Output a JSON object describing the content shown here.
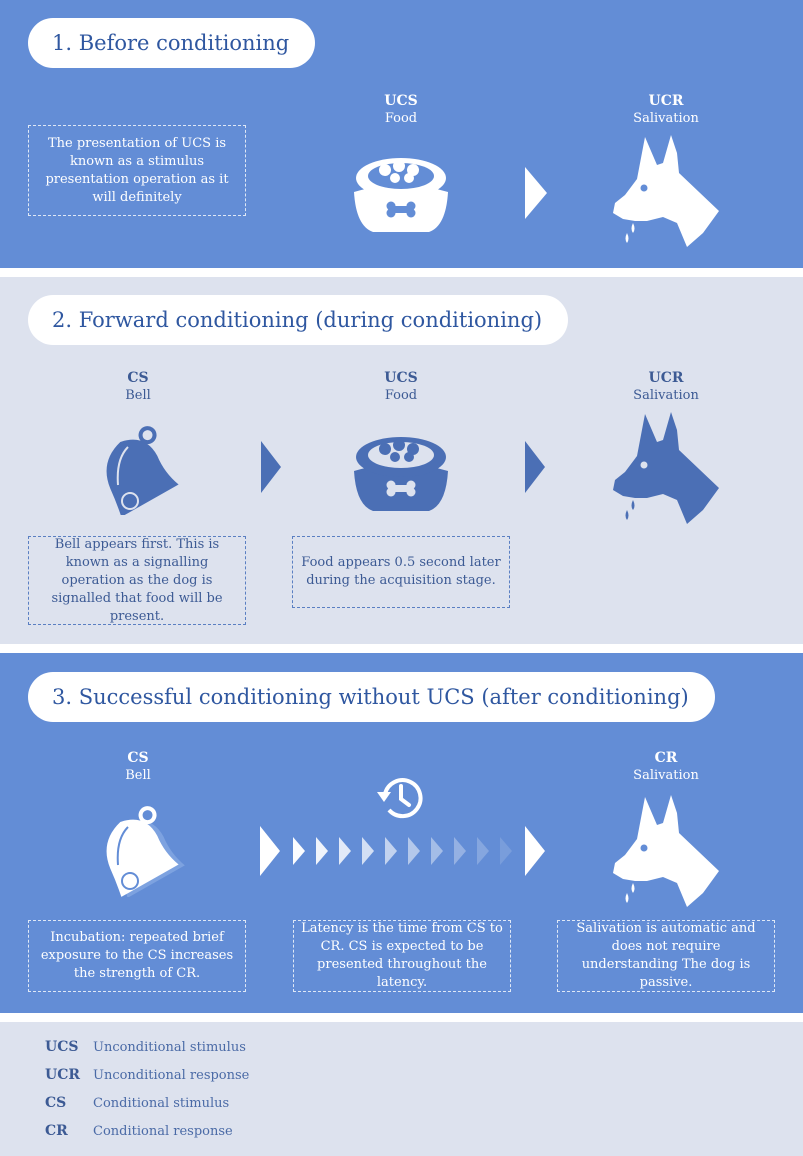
{
  "colors": {
    "blue_section": "#638dd6",
    "light_section": "#dde2ee",
    "white": "#ffffff",
    "dark_icon": "#4b6fb5"
  },
  "section1": {
    "title": "1. Before conditioning",
    "ucs": {
      "abbr": "UCS",
      "label": "Food"
    },
    "ucr": {
      "abbr": "UCR",
      "label": "Salivation"
    },
    "note": "The presentation of UCS is known as a stimulus presentation operation as it will definitely",
    "icons": [
      "food-bowl-icon",
      "arrow-right-icon",
      "dog-salivating-icon"
    ]
  },
  "section2": {
    "title": "2. Forward conditioning (during conditioning)",
    "cs": {
      "abbr": "CS",
      "label": "Bell"
    },
    "ucs": {
      "abbr": "UCS",
      "label": "Food"
    },
    "ucr": {
      "abbr": "UCR",
      "label": "Salivation"
    },
    "note_bell": "Bell appears first. This is known as a signalling operation as the dog is signalled that food will be present.",
    "note_food": "Food appears 0.5 second later during the acquisition stage.",
    "icons": [
      "bell-icon",
      "arrow-right-icon",
      "food-bowl-icon",
      "arrow-right-icon",
      "dog-salivating-icon"
    ]
  },
  "section3": {
    "title": "3. Successful conditioning without UCS (after conditioning)",
    "cs": {
      "abbr": "CS",
      "label": "Bell"
    },
    "cr": {
      "abbr": "CR",
      "label": "Salivation"
    },
    "note_incubation": "Incubation: repeated brief exposure to the CS increases the strength of CR.",
    "note_latency": "Latency is the time from CS to CR. CS is expected to be presented throughout the latency.",
    "note_salivation": "Salivation is automatic and does not require understanding The dog is passive.",
    "icons": [
      "ringing-bell-icon",
      "clock-history-icon",
      "fading-arrows-icon",
      "dog-salivating-icon"
    ]
  },
  "legend": [
    {
      "abbr": "UCS",
      "desc": "Unconditional stimulus"
    },
    {
      "abbr": "UCR",
      "desc": "Unconditional response"
    },
    {
      "abbr": "CS",
      "desc": "Conditional stimulus"
    },
    {
      "abbr": "CR",
      "desc": "Conditional response"
    }
  ]
}
